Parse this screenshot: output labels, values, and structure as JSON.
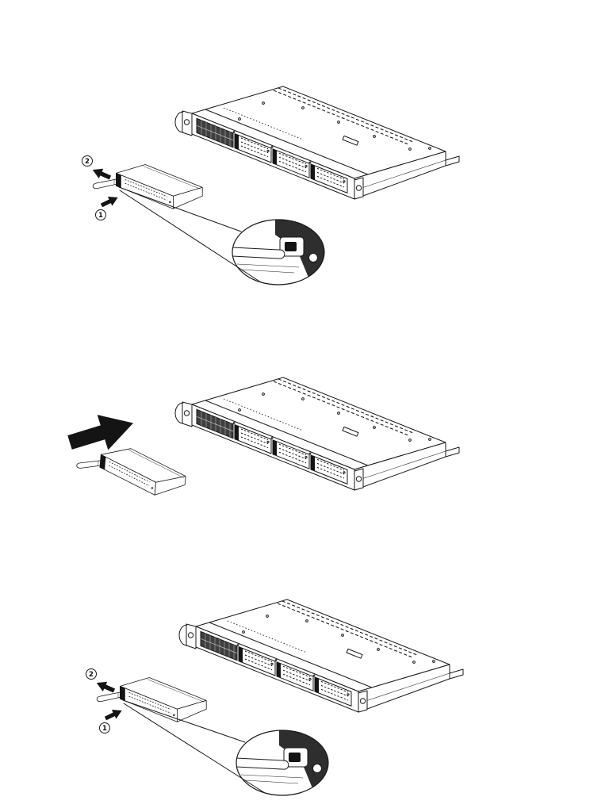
{
  "page": {
    "background": "#ffffff",
    "line_color": "#1a1a1a"
  },
  "figure_top": {
    "step_pull": "2",
    "step_press": "1"
  },
  "figure_bottom": {
    "step_pull": "2",
    "step_press": "1"
  }
}
